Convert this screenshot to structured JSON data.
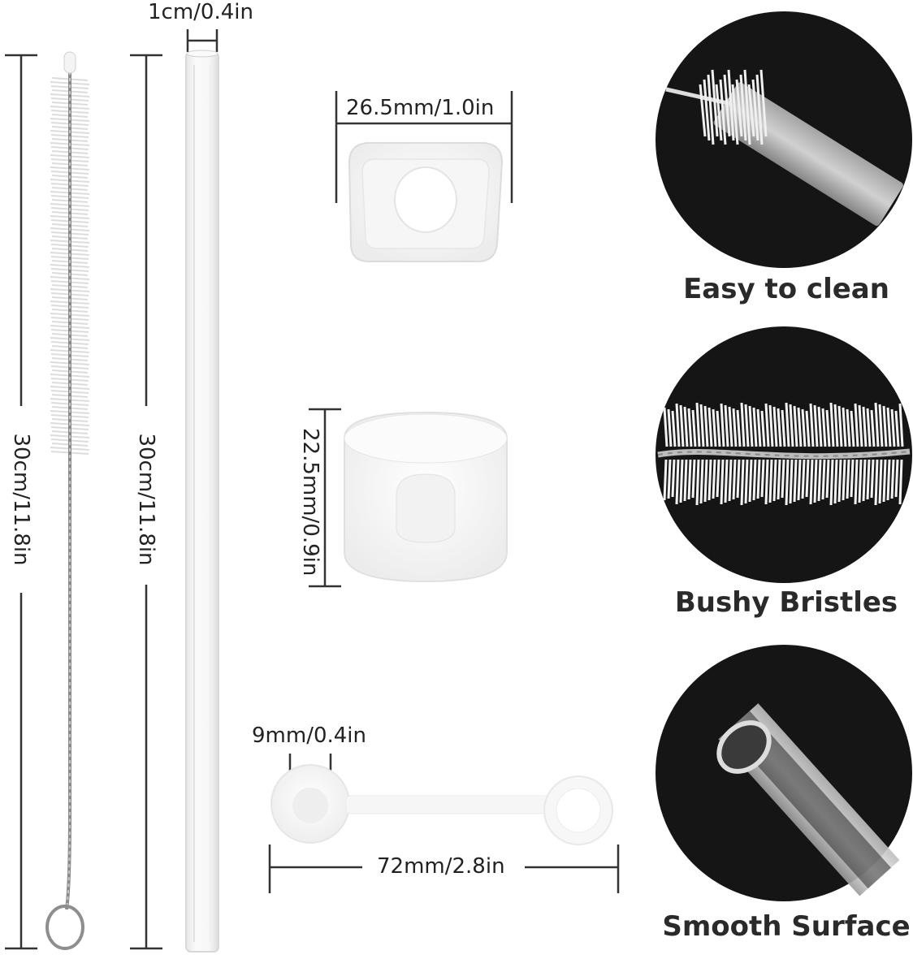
{
  "dimensions": {
    "straw_width": "1cm/0.4in",
    "brush_length": "30cm/11.8in",
    "straw_length": "30cm/11.8in",
    "top_cover_width": "26.5mm/1.0in",
    "plug_height": "22.5mm/0.9in",
    "stopper_hole": "9mm/0.4in",
    "stopper_length": "72mm/2.8in"
  },
  "features": [
    {
      "caption": "Easy to clean",
      "icon": "brush-in-straw-icon"
    },
    {
      "caption": "Bushy Bristles",
      "icon": "bristles-closeup-icon"
    },
    {
      "caption": "Smooth Surface",
      "icon": "straw-end-closeup-icon"
    }
  ],
  "colors": {
    "background": "#ffffff",
    "dimension_line": "#333333",
    "feature_circle": "#151515",
    "silicone": "#f4f4f4"
  }
}
